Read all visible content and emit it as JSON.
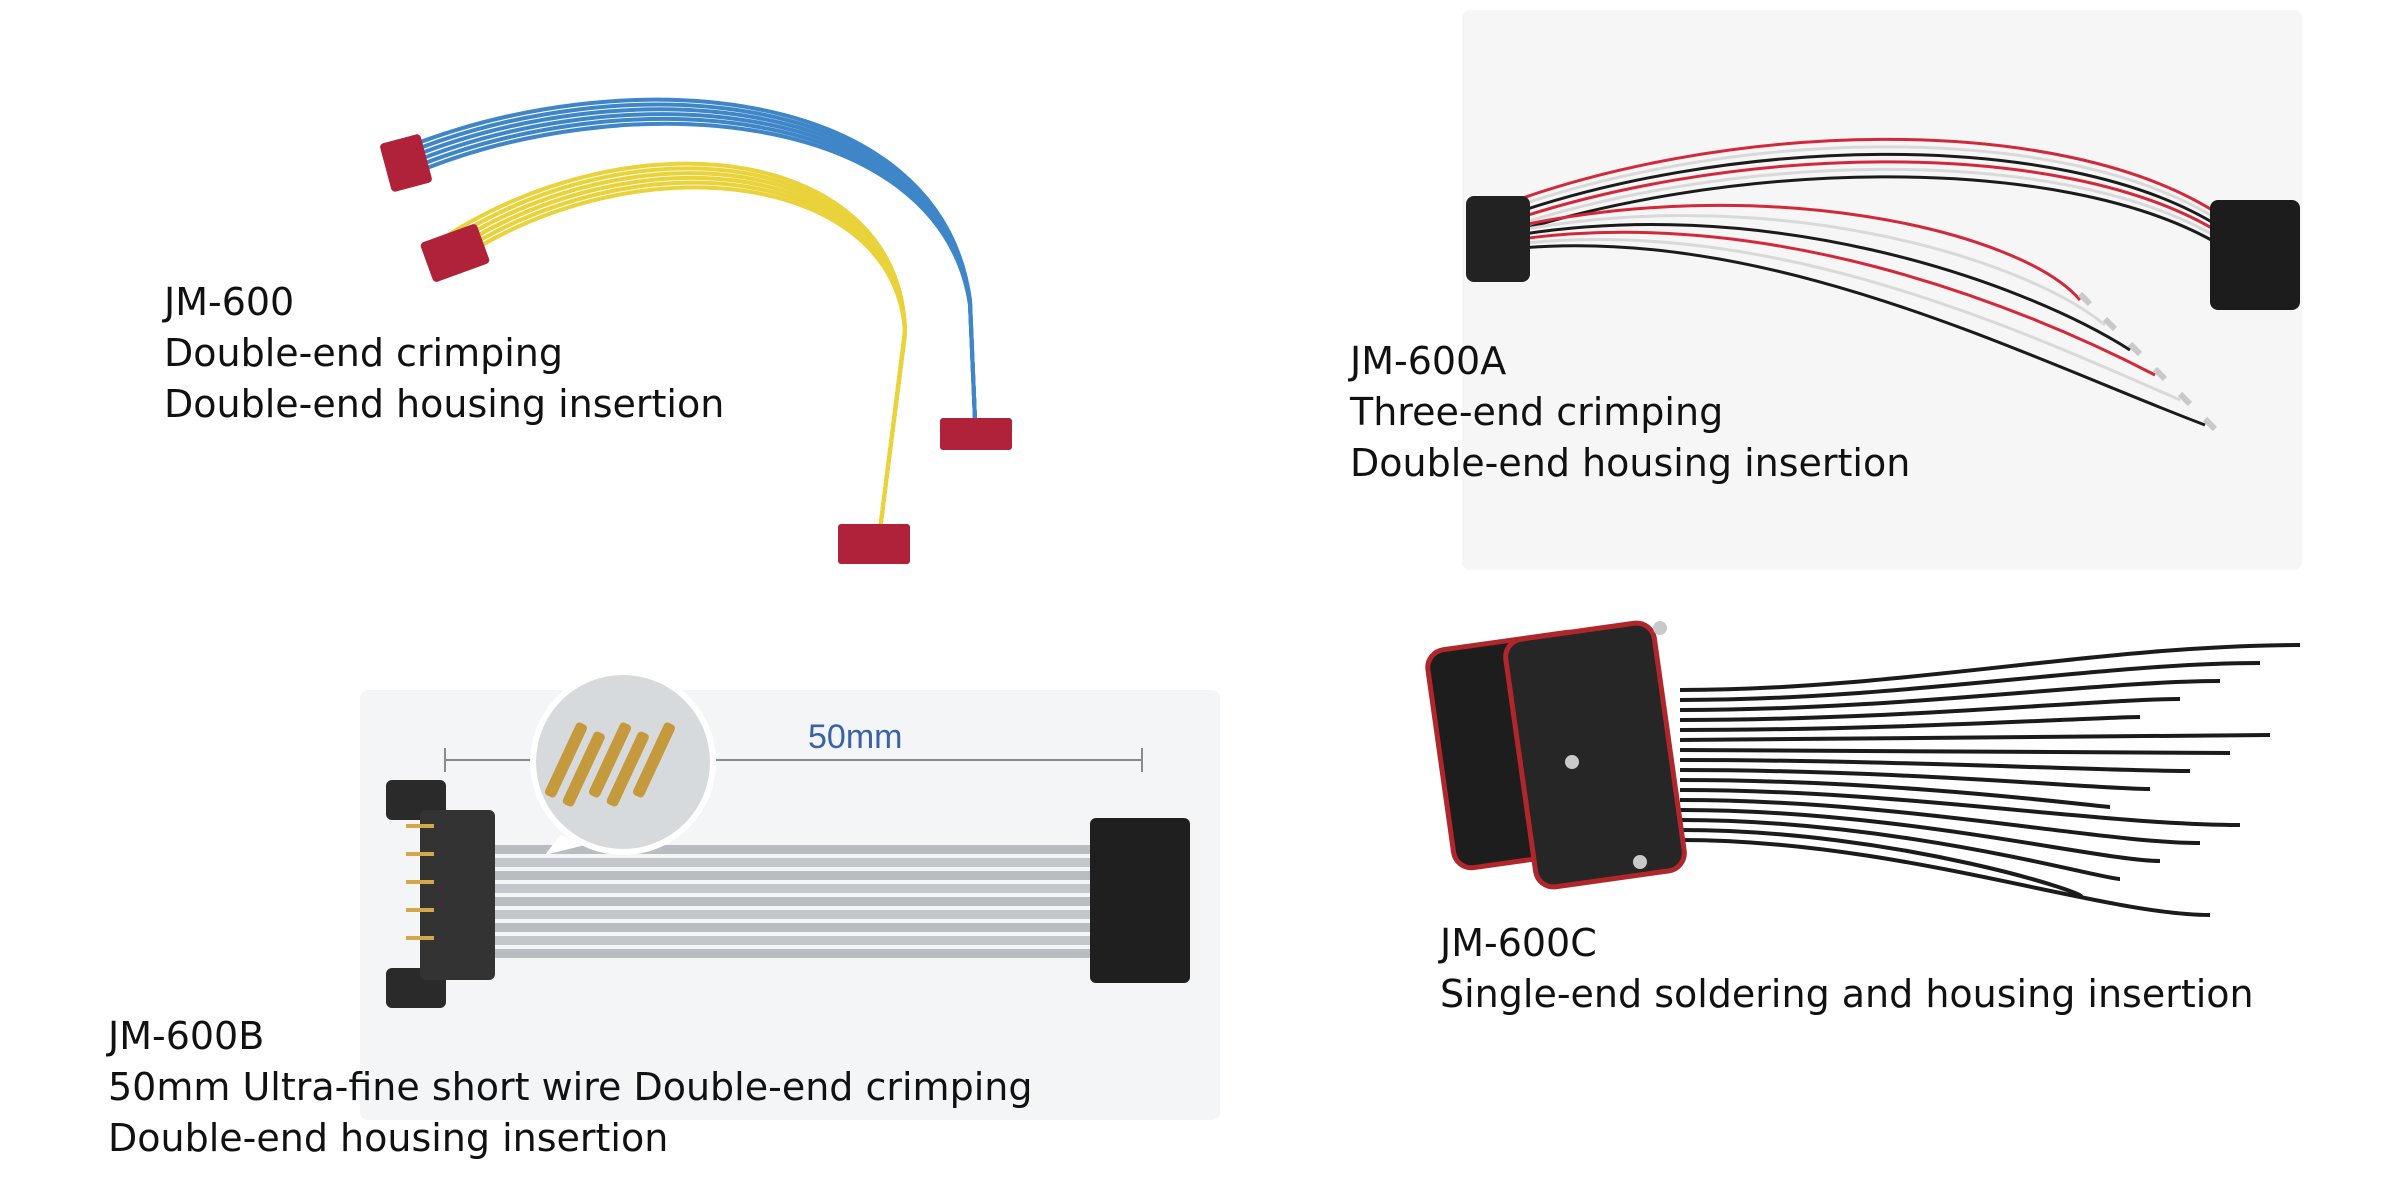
{
  "products": [
    {
      "model": "JM-600",
      "lines": [
        "Double-end crimping",
        "Double-end housing insertion"
      ]
    },
    {
      "model": "JM-600A",
      "lines": [
        "Three-end crimping",
        "Double-end housing insertion"
      ]
    },
    {
      "model": "JM-600B",
      "lines": [
        "50mm Ultra-fine short wire Double-end crimping",
        "Double-end housing insertion"
      ],
      "dimension_label": "50mm"
    },
    {
      "model": "JM-600C",
      "lines": [
        "Single-end soldering and housing insertion"
      ]
    }
  ],
  "colors": {
    "housing_red": "#b0213a",
    "wire_blue": "#3f86c8",
    "wire_yellow": "#e9d23a",
    "wire_red": "#d3283a",
    "wire_black": "#1b1b1b",
    "wire_white": "#d9d9d9",
    "wire_gray": "#b9bcc0",
    "dimension_blue": "#3a62a8"
  }
}
